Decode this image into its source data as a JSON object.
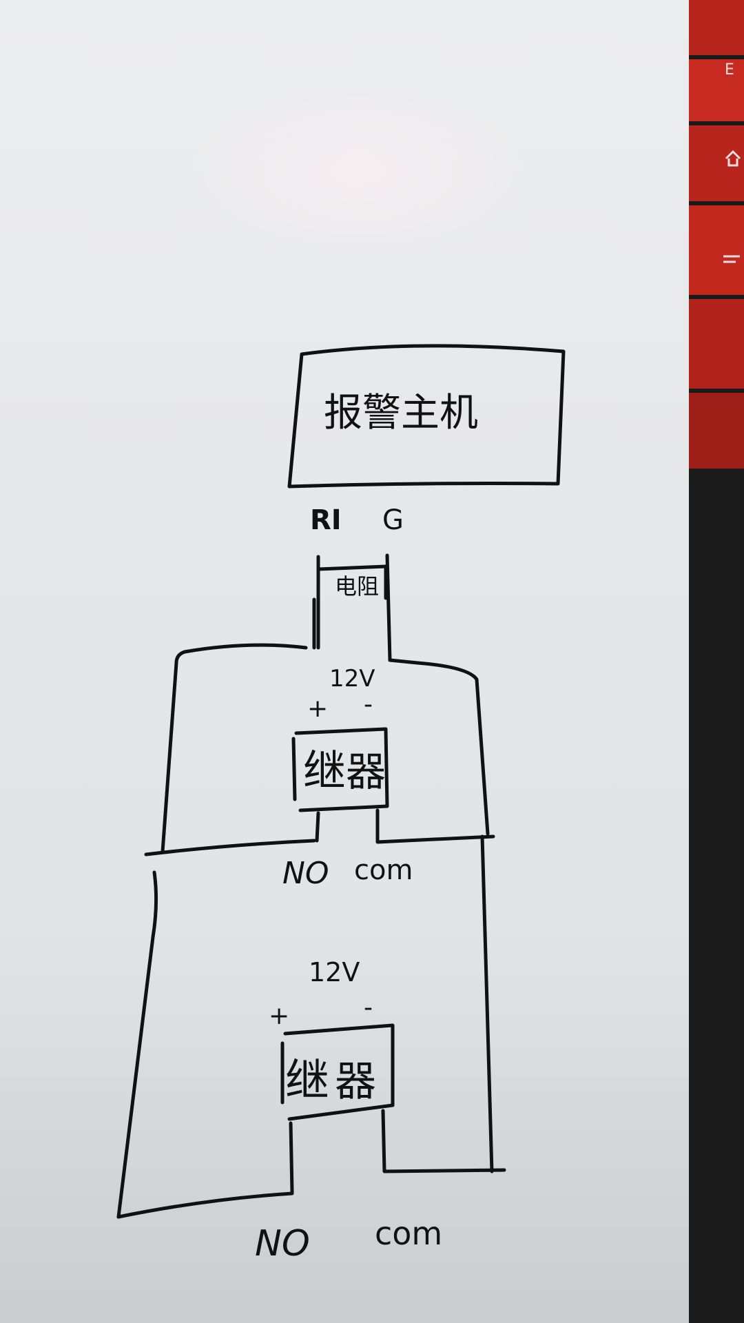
{
  "controller": {
    "label": "报警主机"
  },
  "controller_terminals": {
    "positive": "RI",
    "ground": "G"
  },
  "resistor": {
    "label": "电阻"
  },
  "relay_top": {
    "voltage": "12V",
    "plus": "+",
    "minus": "-",
    "label_a": "继",
    "label_b": "器",
    "no_label": "NO",
    "com_label": "com"
  },
  "relay_bottom": {
    "voltage": "12V",
    "plus": "+",
    "minus": "-",
    "label_a": "继",
    "label_b": "器",
    "no_label": "NO",
    "com_label": "com"
  },
  "background": {
    "edge_glyph_top": "E",
    "keyboard_color": "#b8251d",
    "paper_color": "#e8e9eb"
  }
}
